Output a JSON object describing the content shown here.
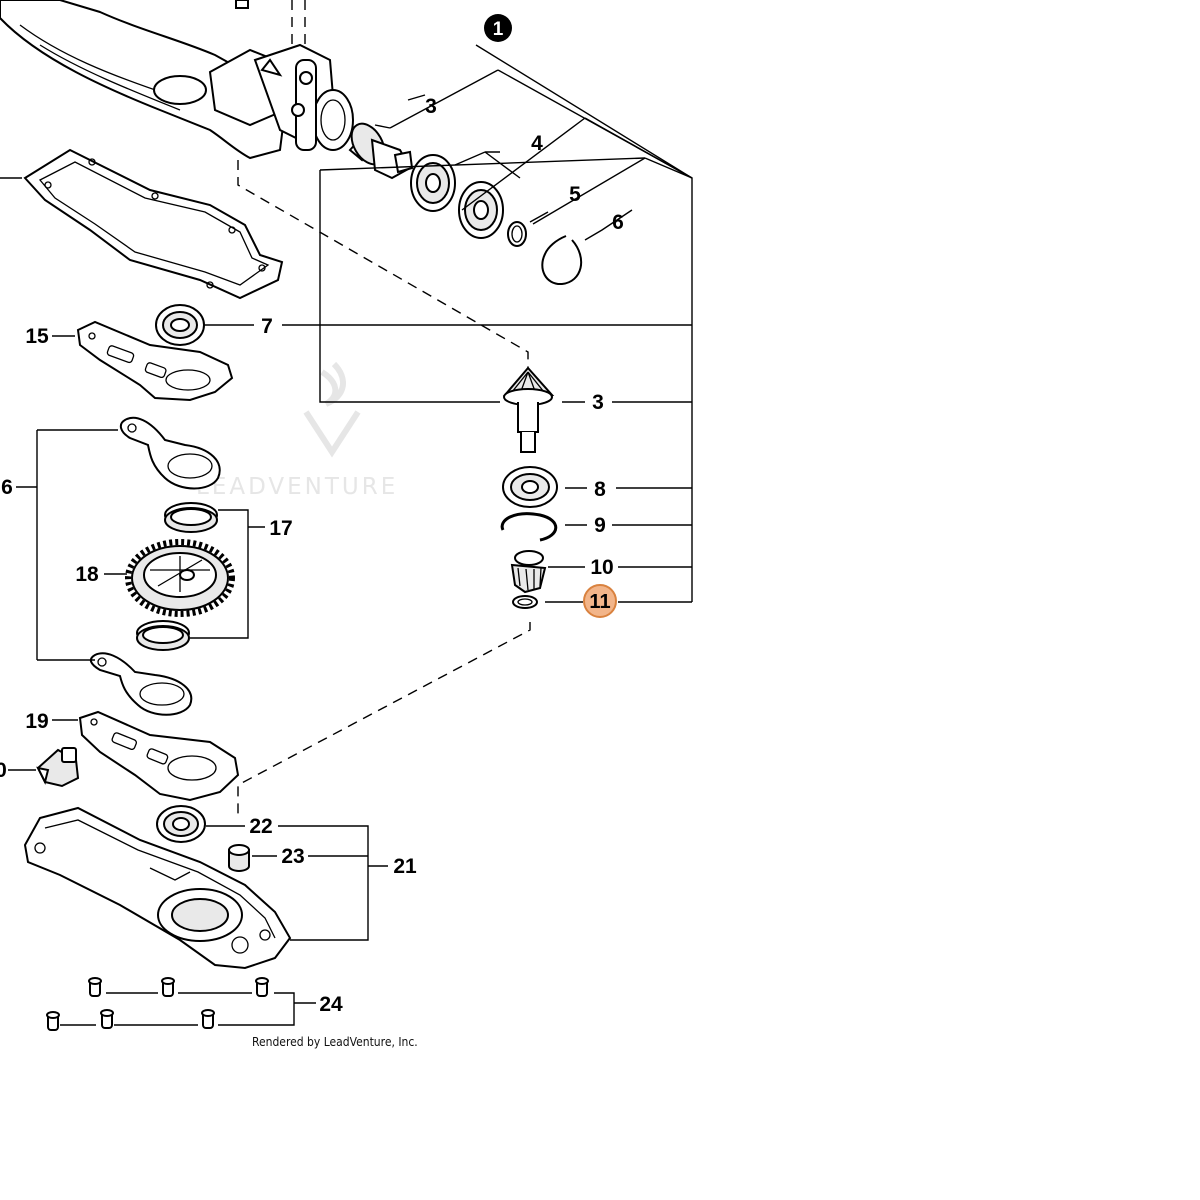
{
  "callouts": {
    "c1": "1",
    "c3a": "3",
    "c4": "4",
    "c5": "5",
    "c6": "6",
    "c7": "7",
    "c15": "15",
    "c3b": "3",
    "c16": "6",
    "c17": "17",
    "c8": "8",
    "c9": "9",
    "c10": "10",
    "c11": "11",
    "c18": "18",
    "c19": "19",
    "c20": "0",
    "c22": "22",
    "c23": "23",
    "c21": "21",
    "c24": "24"
  },
  "highlight_color": "#f2b58a",
  "watermark": "LEADVENTURE",
  "credit": "Rendered by LeadVenture, Inc."
}
